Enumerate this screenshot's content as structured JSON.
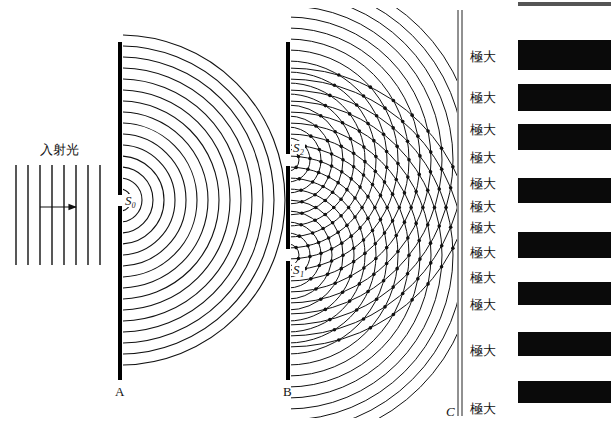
{
  "diagram": {
    "labels": [
      "入射光",
      "S₀",
      "A",
      "S₂",
      "S₁",
      "B",
      "極大",
      "極大",
      "極大",
      "極大",
      "極大",
      "極大",
      "極大",
      "極大",
      "極大",
      "極大",
      "極大",
      "極大",
      "C"
    ]
  }
}
